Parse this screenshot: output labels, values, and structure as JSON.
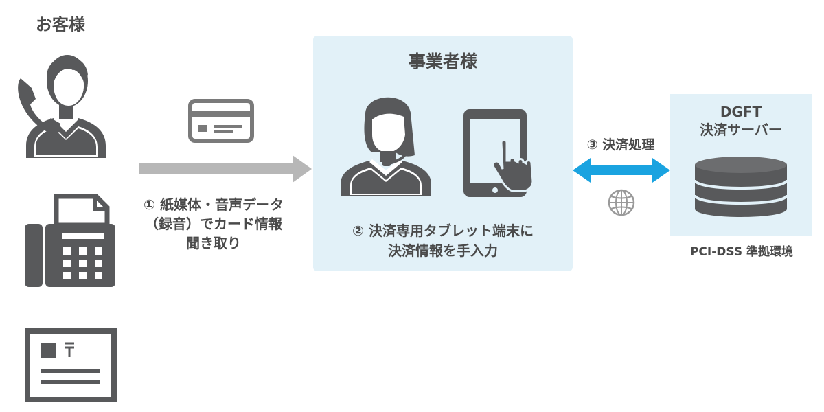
{
  "customer": {
    "title": "お客様",
    "channels": [
      "phone-caller-icon",
      "fax-machine-icon",
      "postcard-icon"
    ]
  },
  "step1": {
    "lines": [
      "① 紙媒体・音声データ",
      "（録音）でカード情報",
      "聞き取り"
    ]
  },
  "merchant": {
    "title": "事業者様",
    "step2_lines": [
      "② 決済専用タブレット端末に",
      "決済情報を手入力"
    ]
  },
  "step3": {
    "label": "③ 決済処理"
  },
  "server": {
    "title_lines": [
      "DGFT",
      "決済サーバー"
    ],
    "environment": "PCI-DSS 準拠環境"
  },
  "colors": {
    "icon_gray": "#58595b",
    "arrow_gray": "#b7b7b7",
    "arrow_blue": "#1aa3e0",
    "box_bg": "#e2f1f8",
    "globe_gray": "#9a9a9a"
  }
}
